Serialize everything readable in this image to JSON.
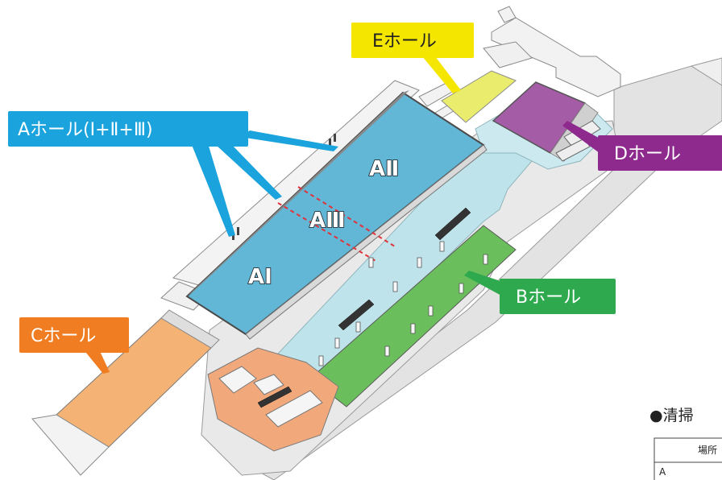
{
  "callouts": {
    "a_hall": {
      "label": "Aホール(Ⅰ+Ⅱ+Ⅲ)",
      "color": "#1aa3dc"
    },
    "b_hall": {
      "label": "Bホール",
      "color": "#2fa94e"
    },
    "c_hall": {
      "label": "Cホール",
      "color": "#f07d21"
    },
    "d_hall": {
      "label": "Dホール",
      "color": "#8e2a8e"
    },
    "e_hall": {
      "label": "Eホール",
      "color": "#f5e600"
    }
  },
  "areas": {
    "a1": "AⅠ",
    "a2": "AⅡ",
    "a3": "AⅢ"
  },
  "colors": {
    "hall_a": "#62b6d6",
    "hall_b": "#6abf5c",
    "hall_c": "#f4b275",
    "hall_d": "#a55ca7",
    "hall_e": "#e9ec6c",
    "lobby": "#bfe3ea",
    "entrance": "#f1a97c",
    "divider": "#e0323a"
  },
  "schedule": {
    "title": "●清掃",
    "header": "場所",
    "first_row": "A"
  }
}
